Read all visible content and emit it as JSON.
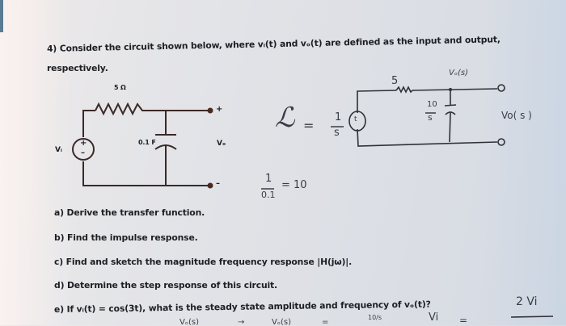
{
  "problem": {
    "intro_line1": "4) Consider the circuit shown below, where vᵢ(t) and vₒ(t) are defined as the input and output,",
    "intro_line2": "respectively."
  },
  "printed_circuit": {
    "resistor_label": "5 Ω",
    "capacitor_label": "0.1 F",
    "source_label": "Vᵢ",
    "source_plus": "+",
    "source_minus": "–",
    "output_label": "Vₒ",
    "terminal_plus": "+",
    "terminal_minus": "–"
  },
  "handwritten": {
    "laplace_symbol": "ℒ",
    "equals": "=",
    "frac_one_over_s_num": "1",
    "frac_one_over_s_den": "s",
    "cap_calc_num": "1",
    "cap_calc_den": "0.1",
    "cap_calc_result": "= 10",
    "s_circuit": {
      "resistor_label": "5",
      "capacitor_num": "10",
      "capacitor_den": "s",
      "node_label": "Vₒ(s)",
      "output_label": "Vo( s )",
      "source_symbol": "t"
    },
    "bottom_right": {
      "numerator": "2 Vi",
      "lhs": "Vi",
      "equals": "="
    },
    "bottom_partial": {
      "left": "Vₒ(s)",
      "arrow": "→",
      "mid": "Vₒ(s)",
      "equals": "=",
      "frac": "10/s"
    }
  },
  "questions": [
    {
      "id": "a",
      "text": "a) Derive the transfer function."
    },
    {
      "id": "b",
      "text": "b) Find the impulse response."
    },
    {
      "id": "c",
      "text": "c) Find and sketch the magnitude frequency response |H(jω)|."
    },
    {
      "id": "d",
      "text": "d) Determine the step response of this circuit."
    },
    {
      "id": "e",
      "text": "e) If vᵢ(t) = cos(3t), what is the steady state amplitude and frequency of vₒ(t)?"
    }
  ]
}
